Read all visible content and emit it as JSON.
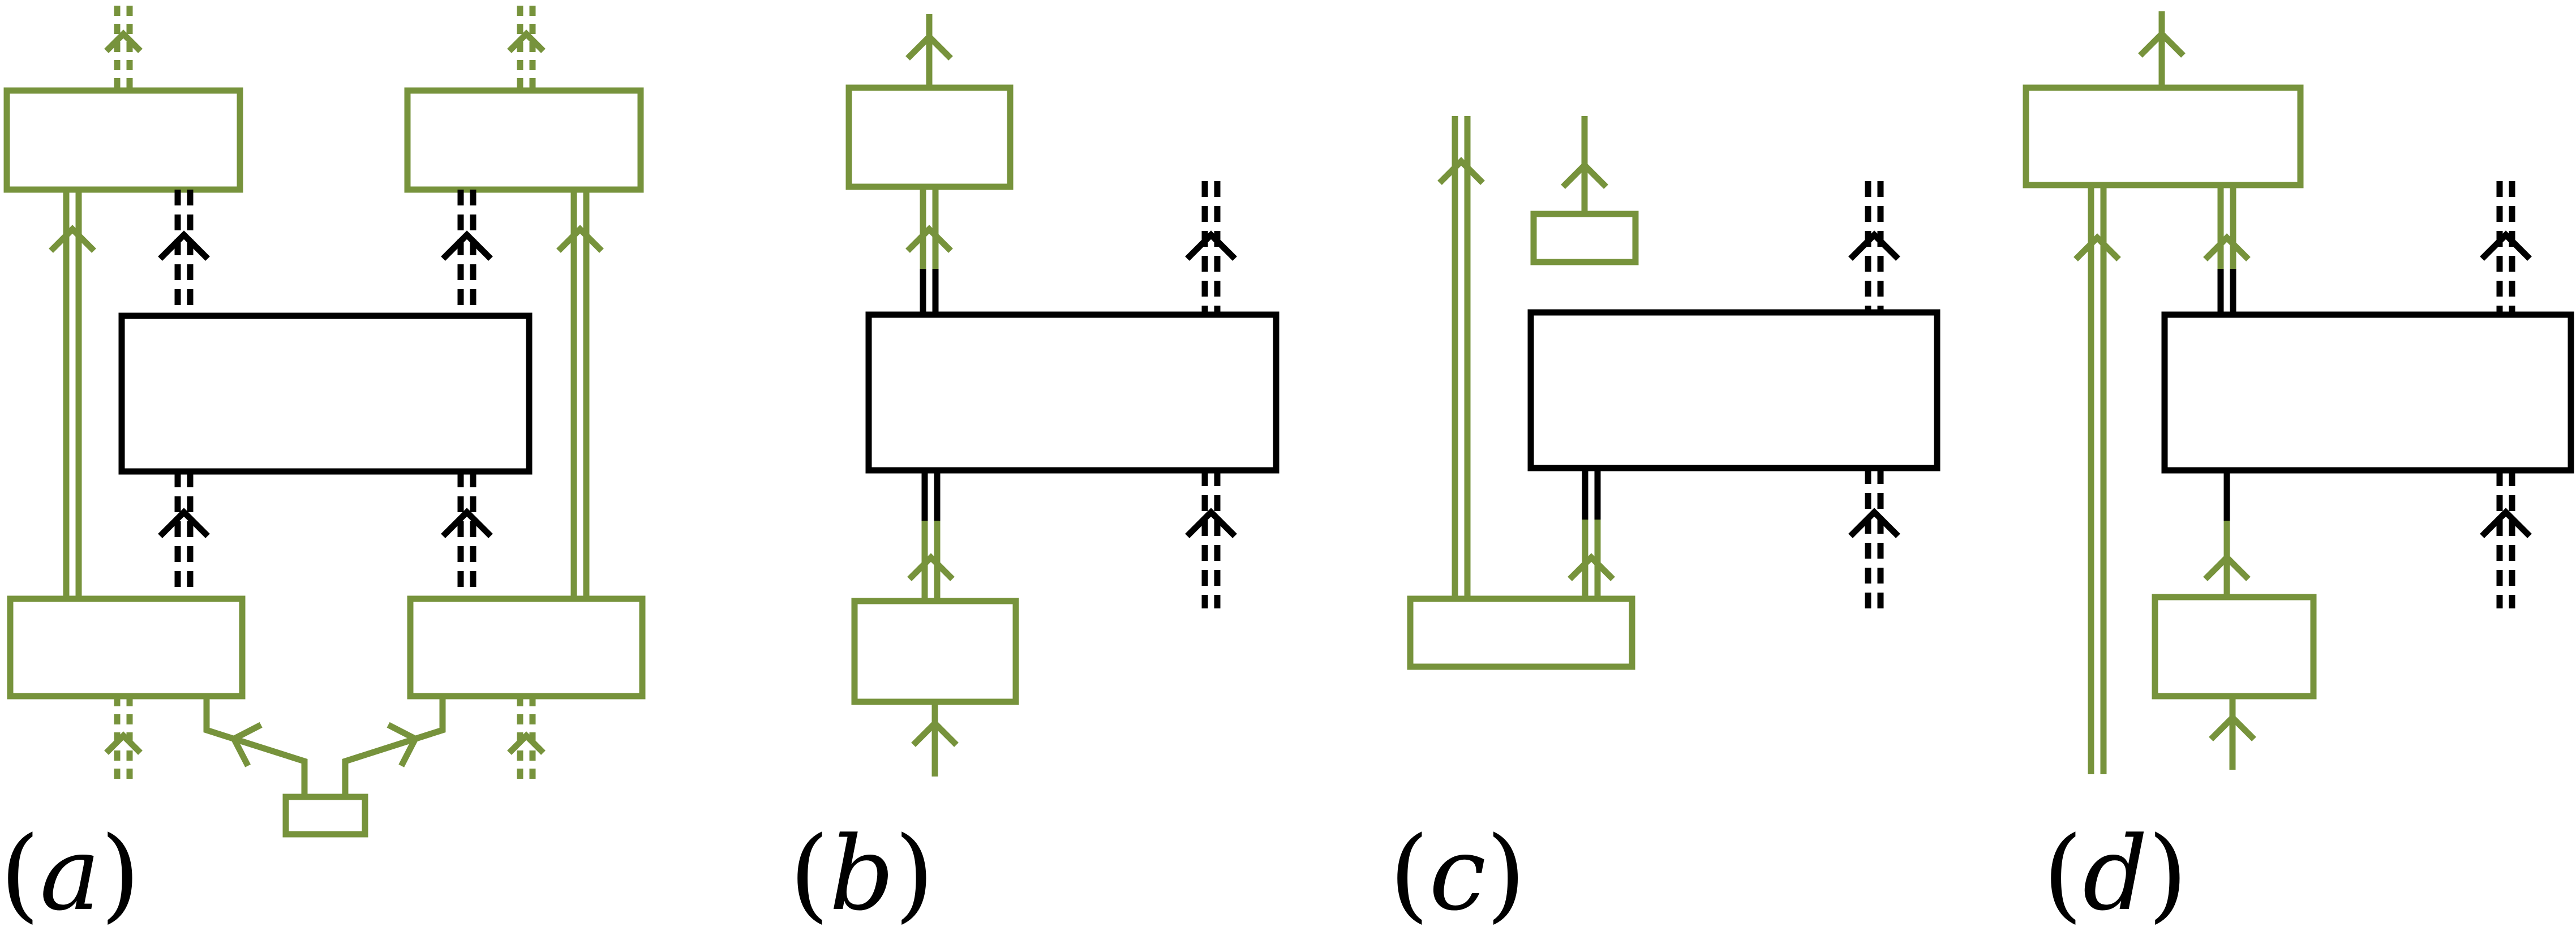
{
  "colors": {
    "quantum": "#77933c",
    "classical": "#000000",
    "background": "#ffffff"
  },
  "panels": [
    {
      "id": "a",
      "label": "(a)",
      "letter": "a"
    },
    {
      "id": "b",
      "label": "(b)",
      "letter": "b"
    },
    {
      "id": "c",
      "label": "(c)",
      "letter": "c"
    },
    {
      "id": "d",
      "label": "(d)",
      "letter": "d"
    }
  ]
}
